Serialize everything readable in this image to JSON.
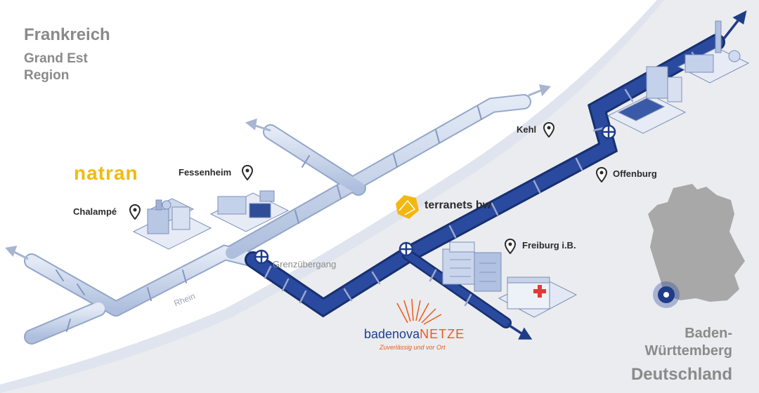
{
  "regions": {
    "fr_country": "Frankreich",
    "fr_region_1": "Grand Est",
    "fr_region_2": "Region",
    "de_state_1": "Baden-",
    "de_state_2": "Württemberg",
    "de_country": "Deutschland"
  },
  "cities": {
    "chalampe": "Chalampé",
    "fessenheim": "Fessenheim",
    "kehl": "Kehl",
    "offenburg": "Offenburg",
    "freiburg": "Freiburg i.B."
  },
  "labels": {
    "river": "Rhein",
    "border_crossing": "Grenzübergang"
  },
  "logos": {
    "natran": "natran",
    "terranets": "terranets bw",
    "badenova_a": "badenova",
    "badenova_b": "NETZE",
    "badenova_tagline": "Zuverlässig und vor Ort"
  },
  "icons": [
    "map-pin-icon",
    "valve-icon",
    "arrow-icon",
    "factory-icon",
    "hospital-icon",
    "cross-icon"
  ],
  "colors": {
    "pipeline_dark": "#1f3c88",
    "pipeline_light": "#c7d4ea",
    "land_de": "#ebecef",
    "natran_yellow": "#f2b90f",
    "terranets_yellow": "#f3b70f",
    "badenova_blue": "#1e3f8f",
    "badenova_orange": "#e95c1a",
    "germany_grey": "#a8a8a8",
    "hospital_red": "#e53935"
  }
}
